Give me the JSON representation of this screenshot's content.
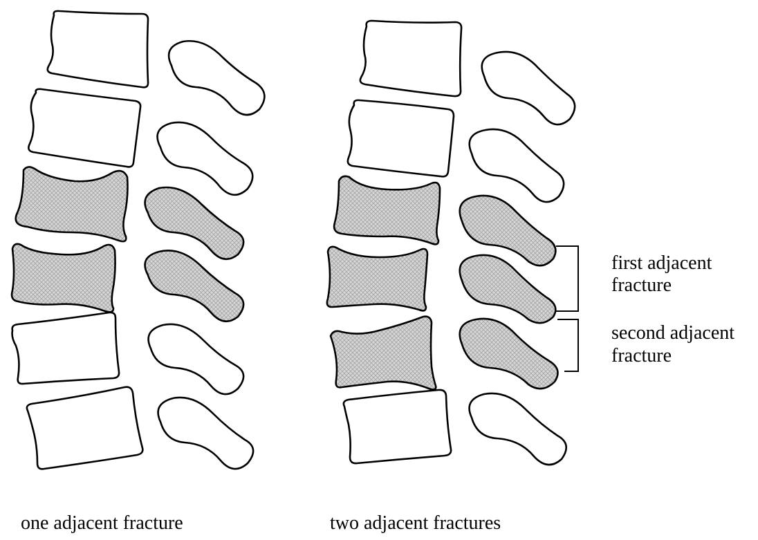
{
  "colors": {
    "stroke": "#000000",
    "normal_fill": "#ffffff",
    "fractured_fill": "#d4d4d4",
    "hatch": "#a8a8a8"
  },
  "panels": [
    {
      "caption": "one adjacent fracture",
      "levels": [
        {
          "body_fractured": false,
          "process_fractured": false
        },
        {
          "body_fractured": false,
          "process_fractured": false
        },
        {
          "body_fractured": true,
          "process_fractured": true
        },
        {
          "body_fractured": true,
          "process_fractured": true
        },
        {
          "body_fractured": false,
          "process_fractured": false
        },
        {
          "body_fractured": false,
          "process_fractured": false
        }
      ]
    },
    {
      "caption": "two adjacent fractures",
      "levels": [
        {
          "body_fractured": false,
          "process_fractured": false
        },
        {
          "body_fractured": false,
          "process_fractured": false
        },
        {
          "body_fractured": true,
          "process_fractured": true
        },
        {
          "body_fractured": true,
          "process_fractured": true
        },
        {
          "body_fractured": true,
          "process_fractured": true
        },
        {
          "body_fractured": false,
          "process_fractured": false
        }
      ]
    }
  ],
  "annotations": [
    {
      "line1": "first adjacent",
      "line2": "fracture"
    },
    {
      "line1": "second adjacent",
      "line2": "fracture"
    }
  ]
}
